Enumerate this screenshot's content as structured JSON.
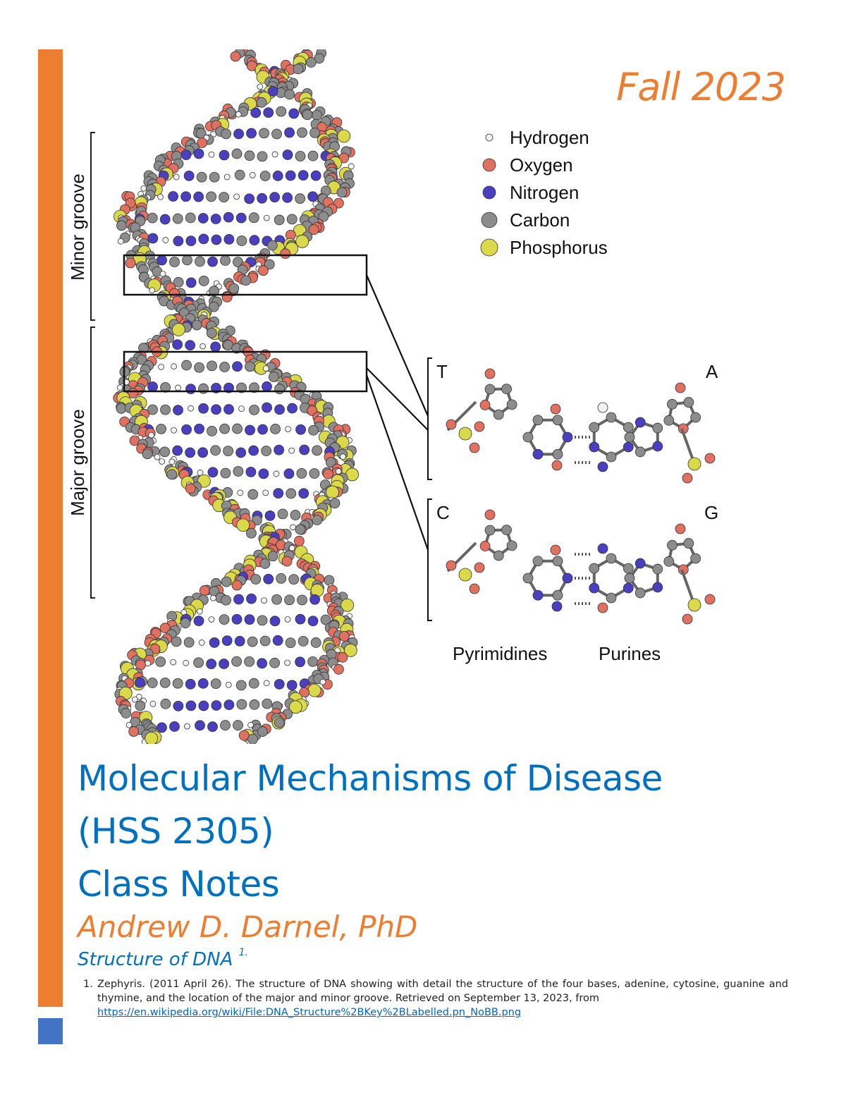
{
  "header": {
    "season": "Fall 2023"
  },
  "figure": {
    "groove_labels": {
      "minor": "Minor groove",
      "major": "Major groove"
    },
    "legend": [
      {
        "label": "Hydrogen",
        "color": "#f2f2f2"
      },
      {
        "label": "Oxygen",
        "color": "#e0705f"
      },
      {
        "label": "Nitrogen",
        "color": "#4a3fbf"
      },
      {
        "label": "Carbon",
        "color": "#8c8c8c"
      },
      {
        "label": "Phosphorus",
        "color": "#d9d94a"
      }
    ],
    "base_letters": {
      "t": "T",
      "a": "A",
      "c": "C",
      "g": "G"
    },
    "bottom_labels": {
      "pyrimidines": "Pyrimidines",
      "purines": "Purines"
    }
  },
  "title": {
    "line1": "Molecular Mechanisms of Disease",
    "line2": "(HSS 2305)",
    "line3": "Class Notes"
  },
  "author": "Andrew D. Darnel, PhD",
  "caption": {
    "text": "Structure of DNA",
    "ref_mark": "1."
  },
  "references": [
    {
      "number": "1.",
      "text": "Zephyris. (2011 April 26). The structure of DNA showing with detail the structure of the four bases, adenine, cytosine, guanine and thymine, and the location of the major and minor groove.  Retrieved on September 13, 2023, from",
      "url": "https://en.wikipedia.org/wiki/File:DNA_Structure%2BKey%2BLabelled.pn_NoBB.png"
    }
  ]
}
